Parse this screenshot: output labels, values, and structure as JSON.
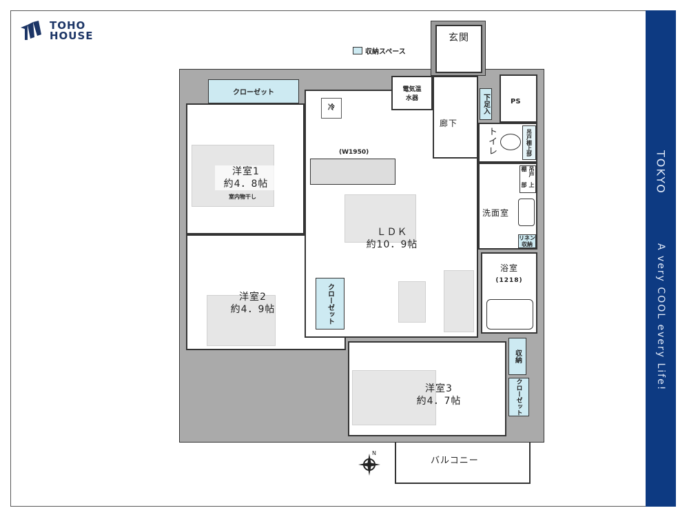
{
  "brand": {
    "name_line1": "TOHO",
    "name_line2": "HOUSE"
  },
  "sidebar": {
    "city": "TOKYO",
    "tagline": "A very COOL every Life!"
  },
  "legend": {
    "label": "収納スペース",
    "color": "#cdeaf2"
  },
  "rooms": {
    "genkan": "玄関",
    "water_heater": "電気温水器",
    "shoe": "下足入",
    "ps": "PS",
    "corridor": "廊下",
    "toilet": "トイレ",
    "cabinet1": "吊戸棚",
    "upper1": "上部",
    "cabinet2": "吊戸棚",
    "upper2": "上部",
    "washroom": "洗面室",
    "linen": "リネン収納",
    "bath": "浴室",
    "bath_size": "(1218)",
    "storage": "収納",
    "closet_right": "クローゼット",
    "closet_top": "クローゼット",
    "closet_mid": "クローゼット",
    "r1_name": "洋室1",
    "r1_size": "約4．8帖",
    "drying": "室内物干し",
    "kitchen_width": "(W1950)",
    "fridge": "冷",
    "ldk_name": "ＬＤＫ",
    "ldk_size": "約10．9帖",
    "r2_name": "洋室2",
    "r2_size": "約4．9帖",
    "r3_name": "洋室3",
    "r3_size": "約4．7帖",
    "balcony": "バルコニー"
  }
}
